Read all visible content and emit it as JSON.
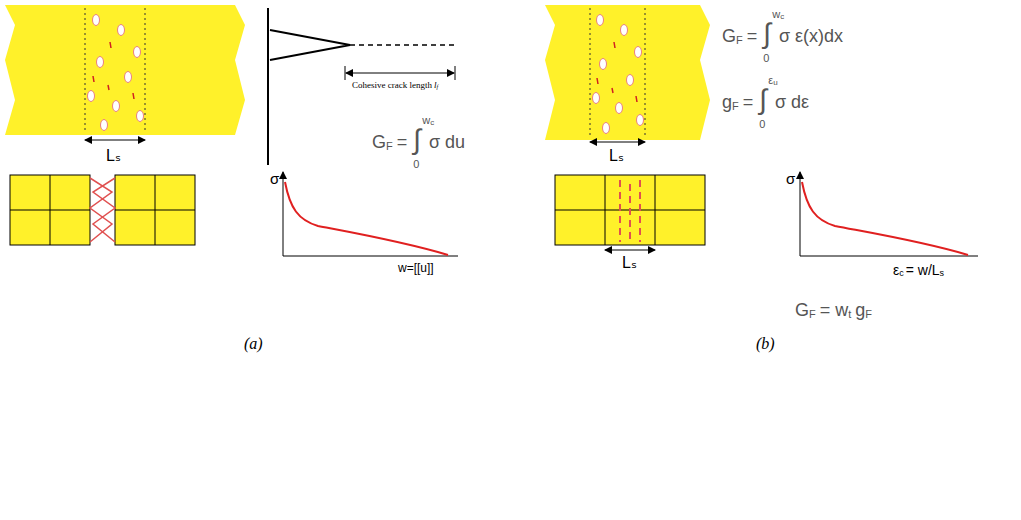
{
  "diagram": {
    "labels": [
      "Lₛ",
      "Cohesive crack length",
      "l",
      "f",
      "G",
      "F",
      "=",
      "∫",
      "w",
      "c",
      "0",
      "σ du",
      "σ",
      "w=[[u]]",
      "(a)",
      "Lₛ",
      "G",
      "F",
      "=",
      "∫",
      "w",
      "c",
      "0",
      "σ ε(x)dx",
      "g",
      "F",
      "=",
      "∫",
      "ε",
      "u",
      "0",
      "σ dε",
      "Lₛ",
      "σ",
      "ε",
      "c",
      "= w/L",
      "s",
      "G",
      "F",
      "= w",
      "t",
      "g",
      "F",
      "(b)"
    ]
  }
}
